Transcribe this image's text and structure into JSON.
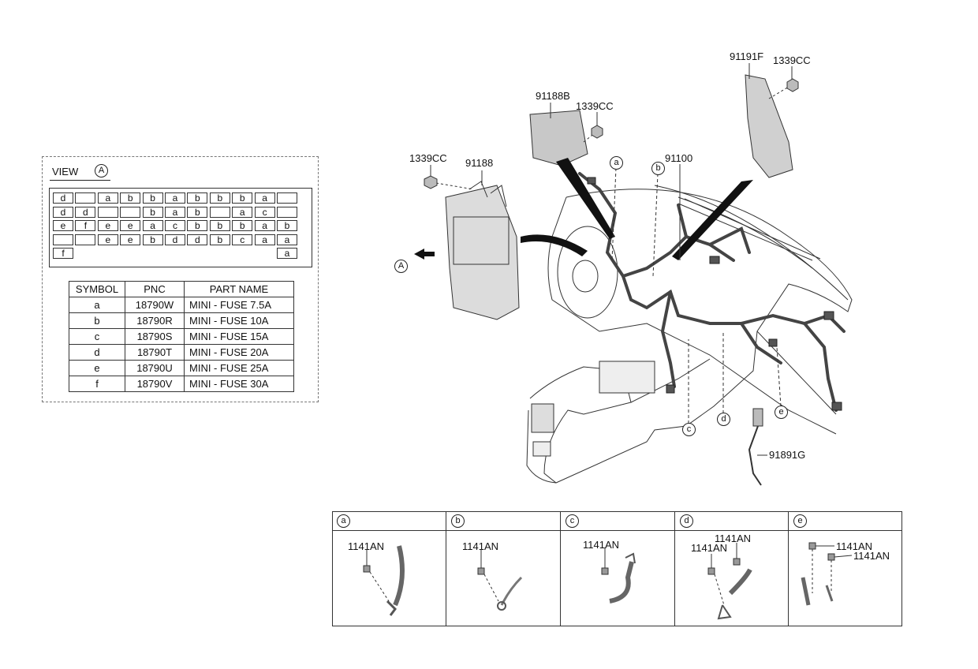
{
  "view_panel": {
    "title": "VIEW",
    "view_symbol": "A",
    "fuse_rows": [
      [
        "d",
        "",
        "a",
        "b",
        "b",
        "a",
        "b",
        "b",
        "b",
        "a",
        ""
      ],
      [
        "d",
        "d",
        "",
        "",
        "b",
        "a",
        "b",
        "",
        "a",
        "c",
        ""
      ],
      [
        "e",
        "f",
        "e",
        "e",
        "a",
        "c",
        "b",
        "b",
        "b",
        "a",
        "b"
      ],
      [
        "",
        "",
        "e",
        "e",
        "b",
        "d",
        "d",
        "b",
        "c",
        "a",
        "a"
      ],
      [
        "f",
        "",
        "",
        "",
        "",
        "",
        "",
        "",
        "",
        "",
        "a"
      ]
    ],
    "table": {
      "headers": [
        "SYMBOL",
        "PNC",
        "PART NAME"
      ],
      "rows": [
        {
          "symbol": "a",
          "pnc": "18790W",
          "part_name": "MINI - FUSE 7.5A"
        },
        {
          "symbol": "b",
          "pnc": "18790R",
          "part_name": "MINI - FUSE 10A"
        },
        {
          "symbol": "c",
          "pnc": "18790S",
          "part_name": "MINI - FUSE 15A"
        },
        {
          "symbol": "d",
          "pnc": "18790T",
          "part_name": "MINI - FUSE 20A"
        },
        {
          "symbol": "e",
          "pnc": "18790U",
          "part_name": "MINI - FUSE 25A"
        },
        {
          "symbol": "f",
          "pnc": "18790V",
          "part_name": "MINI - FUSE 30A"
        }
      ]
    }
  },
  "main_labels": {
    "p1339cc_left": "1339CC",
    "p91188": "91188",
    "p91188b": "91188B",
    "p1339cc_mid": "1339CC",
    "p91191f": "91191F",
    "p1339cc_right": "1339CC",
    "p91100": "91100",
    "p91891g": "91891G",
    "arrow_view": "A",
    "callout_a": "a",
    "callout_b": "b",
    "callout_c": "c",
    "callout_d": "d",
    "callout_e": "e"
  },
  "details": [
    {
      "symbol": "a",
      "labels": [
        "1141AN"
      ]
    },
    {
      "symbol": "b",
      "labels": [
        "1141AN"
      ]
    },
    {
      "symbol": "c",
      "labels": [
        "1141AN"
      ]
    },
    {
      "symbol": "d",
      "labels": [
        "1141AN",
        "1141AN"
      ]
    },
    {
      "symbol": "e",
      "labels": [
        "1141AN",
        "1141AN"
      ]
    }
  ],
  "colors": {
    "line": "#222222",
    "fill": "#dcdcdc",
    "dark": "#555555"
  }
}
